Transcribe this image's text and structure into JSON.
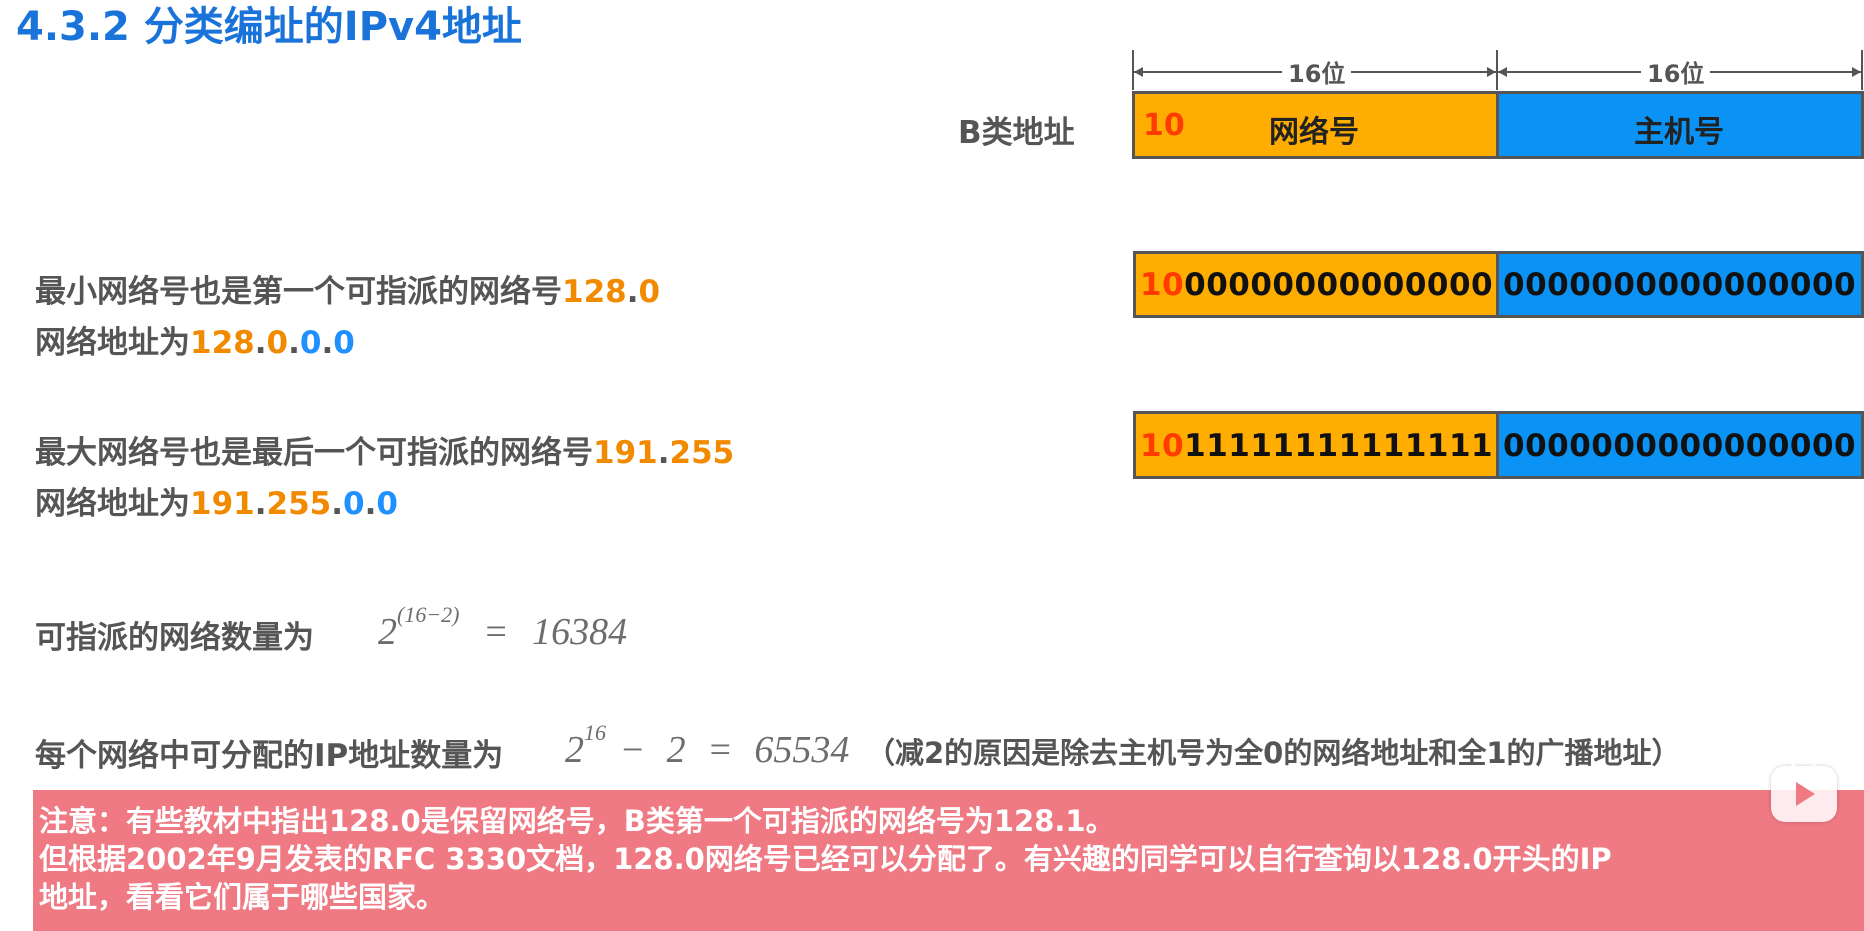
{
  "title": "4.3.2 分类编址的IPv4地址",
  "diagram": {
    "class_label": "B类地址",
    "dim_left": "16位",
    "dim_right": "16位",
    "header": {
      "prefix": "10",
      "network": "网络号",
      "host": "主机号"
    },
    "row_min": {
      "prefix": "10",
      "net_bits": "00000000000000",
      "host_bits": "0000000000000000"
    },
    "row_max": {
      "prefix": "10",
      "net_bits": "11111111111111",
      "host_bits": "0000000000000000"
    }
  },
  "min": {
    "line1_text": "最小网络号也是第一个可指派的网络号",
    "line1_a": "128",
    "line1_dot": ".",
    "line1_b": "0",
    "line2_text": "网络地址为",
    "line2_a": "128",
    "line2_d1": ".",
    "line2_b": "0",
    "line2_d2": ".",
    "line2_c": "0",
    "line2_d3": ".",
    "line2_e": "0"
  },
  "max": {
    "line1_text": "最大网络号也是最后一个可指派的网络号",
    "line1_a": "191",
    "line1_dot": ".",
    "line1_b": "255",
    "line2_text": "网络地址为",
    "line2_a": "191",
    "line2_d1": ".",
    "line2_b": "255",
    "line2_d2": ".",
    "line2_c": "0",
    "line2_d3": ".",
    "line2_e": "0"
  },
  "networks": {
    "label": "可指派的网络数量为",
    "base": "2",
    "exp": "(16−2)",
    "eq": "=",
    "result": "16384"
  },
  "hosts": {
    "label": "每个网络中可分配的IP地址数量为",
    "base": "2",
    "exp": "16",
    "minus": "−",
    "two": "2",
    "eq": "=",
    "result": "65534",
    "note": "（减2的原因是除去主机号为全0的网络地址和全1的广播地址）"
  },
  "notice": {
    "line1": "注意：有些教材中指出128.0是保留网络号，B类第一个可指派的网络号为128.1。",
    "line2": "但根据2002年9月发表的RFC 3330文档，128.0网络号已经可以分配了。有兴趣的同学可以自行查询以128.0开头的IP",
    "line3": "地址，看看它们属于哪些国家。"
  },
  "colors": {
    "title": "#1a73d9",
    "network_field": "#ffad00",
    "host_field": "#0a93f5",
    "prefix_bits": "#ff3b00",
    "notice_bg": "#ef7a84"
  }
}
